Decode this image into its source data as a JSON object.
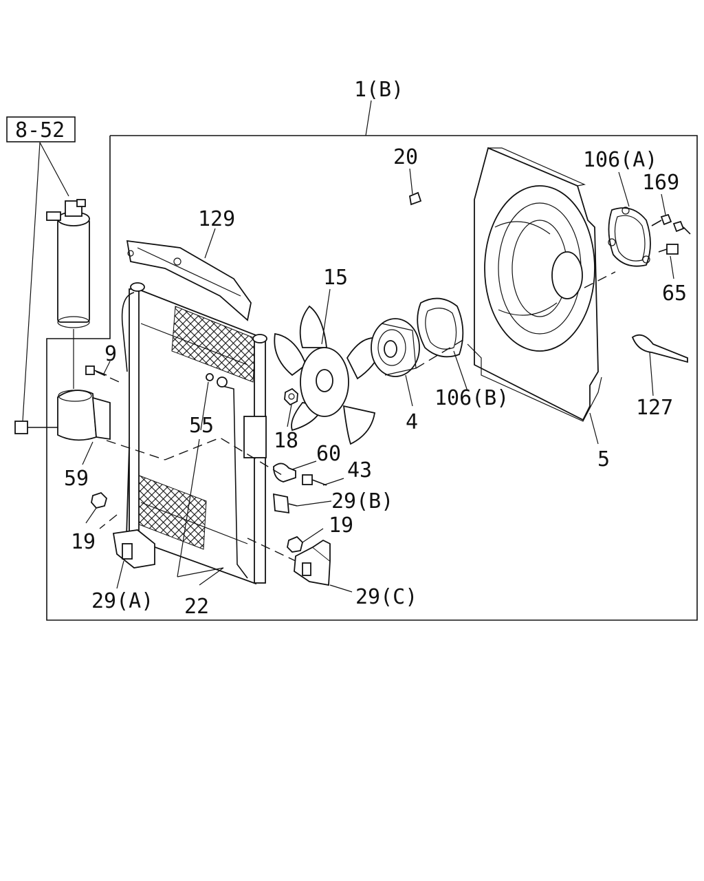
{
  "diagram": {
    "ref_box_label": "8-52",
    "assembly_label": "1(B)",
    "callouts": [
      {
        "id": "c20",
        "text": "20"
      },
      {
        "id": "c106a",
        "text": "106(A)"
      },
      {
        "id": "c169",
        "text": "169"
      },
      {
        "id": "c129",
        "text": "129"
      },
      {
        "id": "c15",
        "text": "15"
      },
      {
        "id": "c65",
        "text": "65"
      },
      {
        "id": "c9",
        "text": "9"
      },
      {
        "id": "c127",
        "text": "127"
      },
      {
        "id": "c106b",
        "text": "106(B)"
      },
      {
        "id": "c55",
        "text": "55"
      },
      {
        "id": "c18",
        "text": "18"
      },
      {
        "id": "c4",
        "text": "4"
      },
      {
        "id": "c60",
        "text": "60"
      },
      {
        "id": "c5",
        "text": "5"
      },
      {
        "id": "c59",
        "text": "59"
      },
      {
        "id": "c43",
        "text": "43"
      },
      {
        "id": "c29b",
        "text": "29(B)"
      },
      {
        "id": "c19a",
        "text": "19"
      },
      {
        "id": "c19b",
        "text": "19"
      },
      {
        "id": "c29a",
        "text": "29(A)"
      },
      {
        "id": "c22",
        "text": "22"
      },
      {
        "id": "c29c",
        "text": "29(C)"
      }
    ]
  }
}
